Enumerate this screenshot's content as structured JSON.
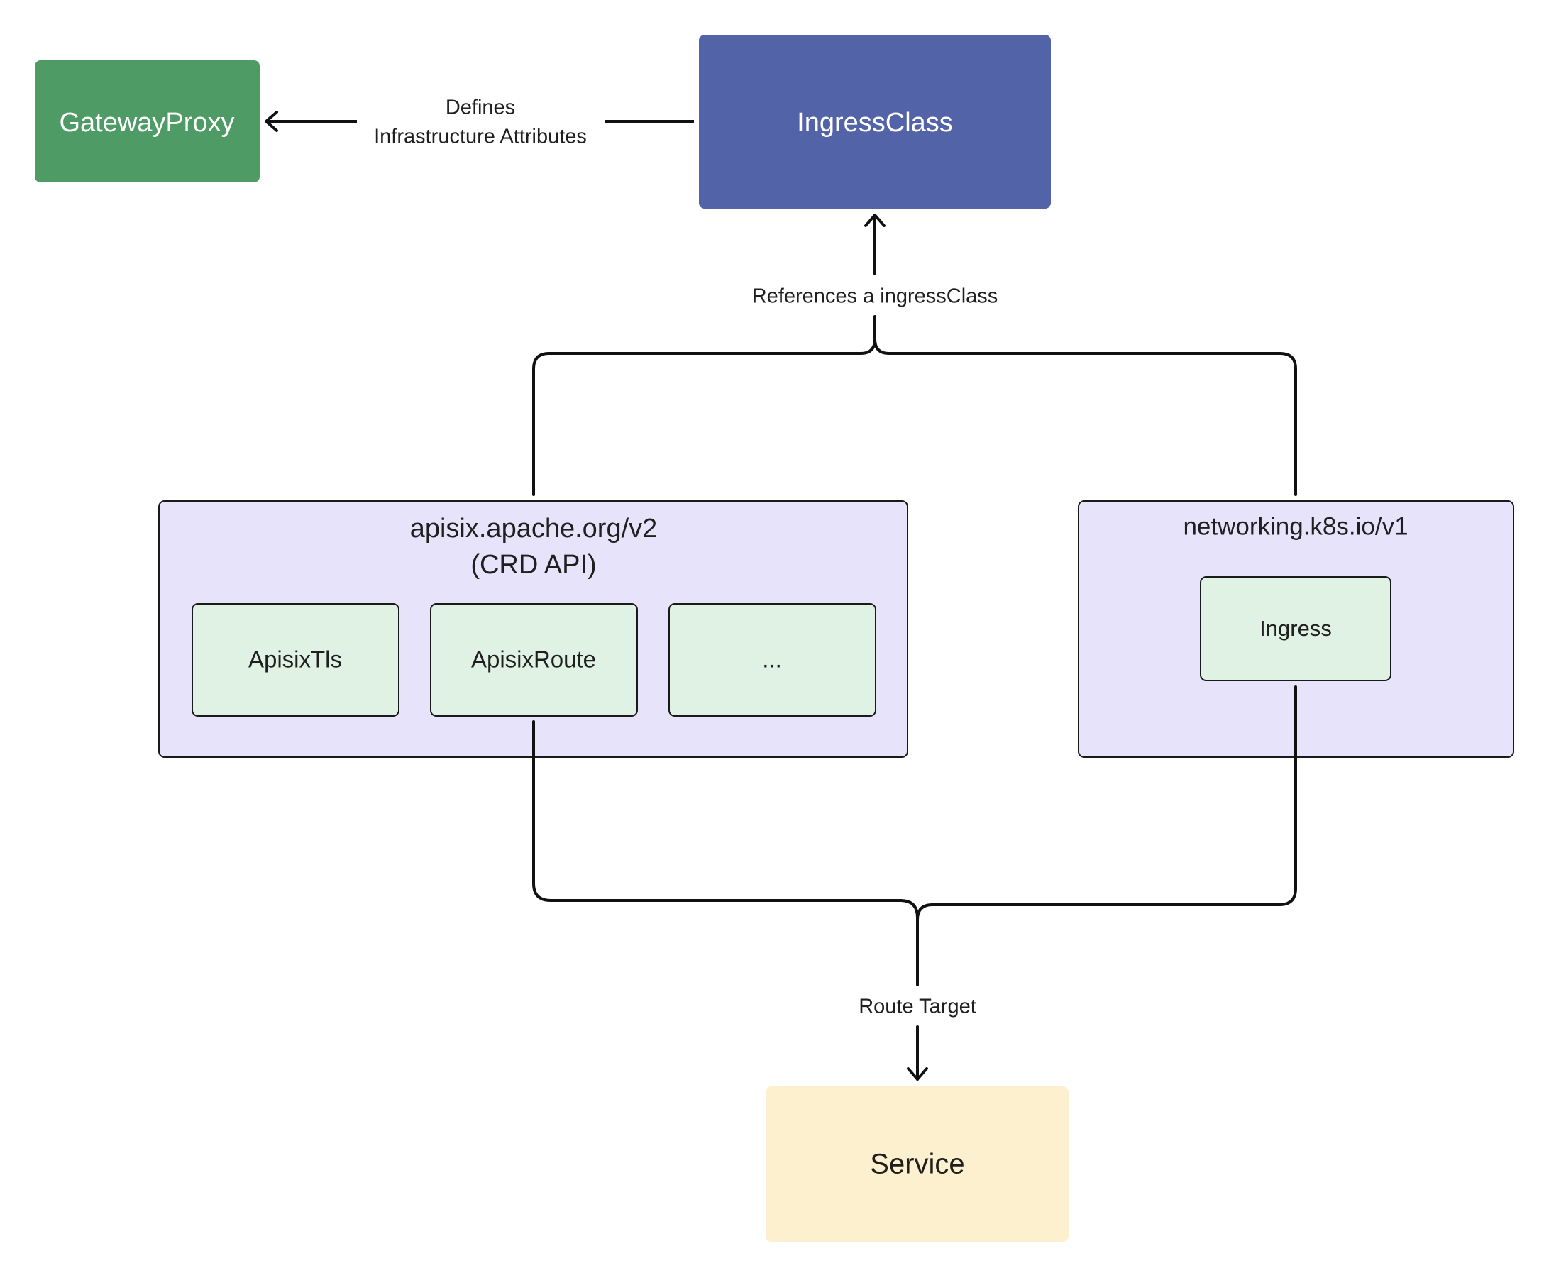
{
  "nodes": {
    "gateway_proxy": {
      "label": "GatewayProxy",
      "fill": "#4f9b65",
      "text_color": "#ffffff"
    },
    "ingress_class": {
      "label": "IngressClass",
      "fill": "#5363a7",
      "text_color": "#ffffff"
    },
    "apisix_group": {
      "title_line1": "apisix.apache.org/v2",
      "title_line2": "(CRD API)",
      "fill": "#e7e3fb"
    },
    "apisix_tls": {
      "label": "ApisixTls",
      "fill": "#e0f2e3"
    },
    "apisix_route": {
      "label": "ApisixRoute",
      "fill": "#e0f2e3"
    },
    "apisix_more": {
      "label": "...",
      "fill": "#e0f2e3"
    },
    "networking_group": {
      "title": "networking.k8s.io/v1",
      "fill": "#e7e3fb"
    },
    "ingress": {
      "label": "Ingress",
      "fill": "#e0f2e3"
    },
    "service": {
      "label": "Service",
      "fill": "#fdf0cf"
    }
  },
  "edges": {
    "defines": {
      "label_line1": "Defines",
      "label_line2": "Infrastructure Attributes"
    },
    "references": {
      "label": "References a ingressClass"
    },
    "route_target": {
      "label": "Route Target"
    }
  },
  "colors": {
    "line": "#111111",
    "border": "#1a1a1a",
    "text": "#1f1f1f"
  }
}
